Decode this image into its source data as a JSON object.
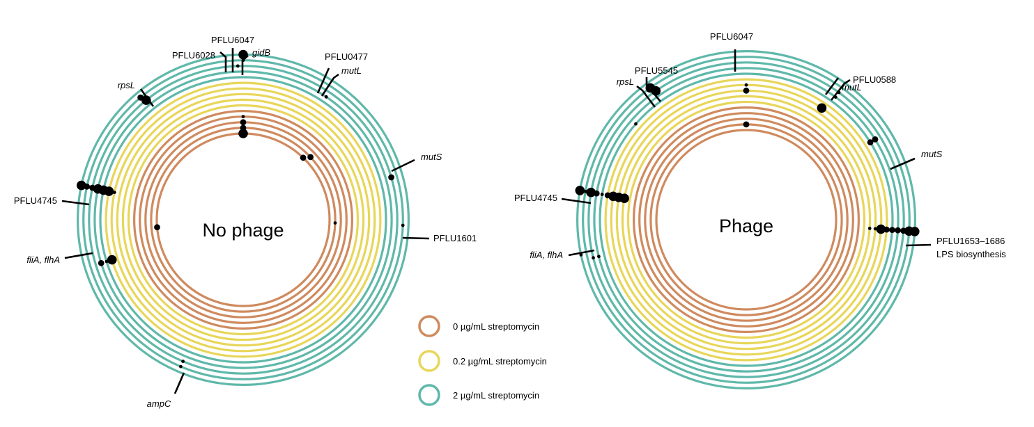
{
  "colors": {
    "ring_0": "#cf8a5e",
    "ring_02": "#e8d65a",
    "ring_2": "#5fb8aa",
    "dot": "#000000",
    "leader": "#000000"
  },
  "legend": [
    {
      "label": "0 µg/mL streptomycin",
      "color_key": "ring_0"
    },
    {
      "label": "0.2 µg/mL streptomycin",
      "color_key": "ring_02"
    },
    {
      "label": "2 µg/mL streptomycin",
      "color_key": "ring_2"
    }
  ],
  "panels": [
    {
      "title": "No phage",
      "ring_colors": [
        "ring_0",
        "ring_0",
        "ring_0",
        "ring_0",
        "ring_0",
        "ring_02",
        "ring_02",
        "ring_02",
        "ring_02",
        "ring_02",
        "ring_2",
        "ring_2",
        "ring_2",
        "ring_2",
        "ring_2"
      ],
      "labels": [
        {
          "id": "pflu6047",
          "lines": [
            "PFLU6047"
          ],
          "italic": false
        },
        {
          "id": "pflu6028",
          "lines": [
            "PFLU6028"
          ],
          "italic": false
        },
        {
          "id": "gidB",
          "lines": [
            "gidB"
          ],
          "italic": true
        },
        {
          "id": "pflu0477",
          "lines": [
            "PFLU0477"
          ],
          "italic": false
        },
        {
          "id": "mutL",
          "lines": [
            "mutL"
          ],
          "italic": true
        },
        {
          "id": "rpsL",
          "lines": [
            "rpsL"
          ],
          "italic": true
        },
        {
          "id": "mutS",
          "lines": [
            "mutS"
          ],
          "italic": true
        },
        {
          "id": "pflu4745",
          "lines": [
            "PFLU4745"
          ],
          "italic": false
        },
        {
          "id": "pflu1601",
          "lines": [
            "PFLU1601"
          ],
          "italic": false
        },
        {
          "id": "fliA",
          "lines": [
            "fliA, flhA"
          ],
          "italic": true
        },
        {
          "id": "ampC",
          "lines": [
            "ampC"
          ],
          "italic": true
        }
      ],
      "mutations": [
        {
          "angle": 0,
          "ring": 15,
          "size": 3
        },
        {
          "angle": 0,
          "ring": 14,
          "size": 1
        },
        {
          "angle": -2,
          "ring": 13,
          "size": 1
        },
        {
          "angle": 0,
          "ring": 4,
          "size": 1
        },
        {
          "angle": 0,
          "ring": 3,
          "size": 2
        },
        {
          "angle": 0,
          "ring": 2,
          "size": 2
        },
        {
          "angle": 0,
          "ring": 1,
          "size": 3
        },
        {
          "angle": 34,
          "ring": 12,
          "size": 1
        },
        {
          "angle": 47,
          "ring": 2,
          "size": 2
        },
        {
          "angle": 44,
          "ring": 1,
          "size": 2
        },
        {
          "angle": -40,
          "ring": 14,
          "size": 2
        },
        {
          "angle": -39,
          "ring": 13,
          "size": 3
        },
        {
          "angle": 74,
          "ring": 13,
          "size": 2
        },
        {
          "angle": -78,
          "ring": 15,
          "size": 3
        },
        {
          "angle": -78,
          "ring": 14,
          "size": 2
        },
        {
          "angle": -78,
          "ring": 13,
          "size": 2
        },
        {
          "angle": -78,
          "ring": 12,
          "size": 3
        },
        {
          "angle": -78,
          "ring": 11,
          "size": 3
        },
        {
          "angle": -78,
          "ring": 10,
          "size": 3
        },
        {
          "angle": -78,
          "ring": 9,
          "size": 1
        },
        {
          "angle": 92,
          "ring": 14,
          "size": 1
        },
        {
          "angle": 92,
          "ring": 2,
          "size": 1
        },
        {
          "angle": -95,
          "ring": 1,
          "size": 2
        },
        {
          "angle": -107,
          "ring": 12,
          "size": 2
        },
        {
          "angle": -107,
          "ring": 11,
          "size": 1
        },
        {
          "angle": -107,
          "ring": 10,
          "size": 3
        },
        {
          "angle": -157,
          "ring": 14,
          "size": 1
        },
        {
          "angle": -157,
          "ring": 13,
          "size": 1
        }
      ]
    },
    {
      "title": "Phage",
      "ring_colors": [
        "ring_0",
        "ring_0",
        "ring_0",
        "ring_0",
        "ring_0",
        "ring_02",
        "ring_02",
        "ring_02",
        "ring_02",
        "ring_02",
        "ring_2",
        "ring_2",
        "ring_2",
        "ring_2",
        "ring_2"
      ],
      "labels": [
        {
          "id": "pflu6047",
          "lines": [
            "PFLU6047"
          ],
          "italic": false
        },
        {
          "id": "pflu5545",
          "lines": [
            "PFLU5545"
          ],
          "italic": false
        },
        {
          "id": "rpsL",
          "lines": [
            "rpsL"
          ],
          "italic": true
        },
        {
          "id": "mutL",
          "lines": [
            "mutL"
          ],
          "italic": true
        },
        {
          "id": "pflu0588",
          "lines": [
            "PFLU0588"
          ],
          "italic": false
        },
        {
          "id": "mutS",
          "lines": [
            "mutS"
          ],
          "italic": true
        },
        {
          "id": "pflu4745",
          "lines": [
            "PFLU4745"
          ],
          "italic": false
        },
        {
          "id": "pflu1653",
          "lines": [
            "PFLU1653–1686",
            "LPS biosynthesis"
          ],
          "italic": false
        },
        {
          "id": "fliA",
          "lines": [
            "fliA, flhA"
          ],
          "italic": true
        }
      ],
      "mutations": [
        {
          "angle": -36,
          "ring": 14,
          "size": 3
        },
        {
          "angle": -35,
          "ring": 13,
          "size": 3
        },
        {
          "angle": -49,
          "ring": 11,
          "size": 1
        },
        {
          "angle": 0,
          "ring": 9,
          "size": 1
        },
        {
          "angle": 0,
          "ring": 8,
          "size": 2
        },
        {
          "angle": 0,
          "ring": 2,
          "size": 2
        },
        {
          "angle": 36,
          "ring": 13,
          "size": 1
        },
        {
          "angle": 36,
          "ring": 12,
          "size": 1
        },
        {
          "angle": 34,
          "ring": 9,
          "size": 3
        },
        {
          "angle": 58,
          "ring": 12,
          "size": 2
        },
        {
          "angle": 58,
          "ring": 11,
          "size": 2
        },
        {
          "angle": -80,
          "ring": 15,
          "size": 3
        },
        {
          "angle": -80,
          "ring": 14,
          "size": 1
        },
        {
          "angle": -80,
          "ring": 13,
          "size": 3
        },
        {
          "angle": -80,
          "ring": 12,
          "size": 2
        },
        {
          "angle": -80,
          "ring": 11,
          "size": 1
        },
        {
          "angle": -80,
          "ring": 10,
          "size": 2
        },
        {
          "angle": -80,
          "ring": 9,
          "size": 3
        },
        {
          "angle": -80,
          "ring": 8,
          "size": 3
        },
        {
          "angle": -80,
          "ring": 7,
          "size": 3
        },
        {
          "angle": 94,
          "ring": 15,
          "size": 3
        },
        {
          "angle": 94,
          "ring": 14,
          "size": 3
        },
        {
          "angle": 94,
          "ring": 13,
          "size": 2
        },
        {
          "angle": 94,
          "ring": 12,
          "size": 2
        },
        {
          "angle": 94,
          "ring": 11,
          "size": 2
        },
        {
          "angle": 94,
          "ring": 10,
          "size": 2
        },
        {
          "angle": 94,
          "ring": 9,
          "size": 3
        },
        {
          "angle": 94,
          "ring": 8,
          "size": 1
        },
        {
          "angle": 94,
          "ring": 7,
          "size": 1
        },
        {
          "angle": -102,
          "ring": 15,
          "size": 1
        },
        {
          "angle": -104,
          "ring": 13,
          "size": 1
        },
        {
          "angle": -104,
          "ring": 12,
          "size": 1
        }
      ]
    }
  ]
}
